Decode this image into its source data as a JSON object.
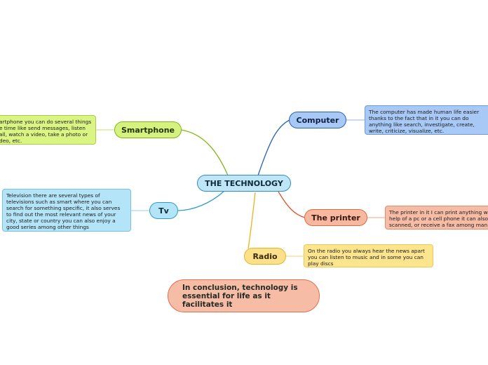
{
  "central": {
    "label": "THE TECHNOLOGY"
  },
  "topics": {
    "computer": {
      "label": "Computer",
      "note": "The computer has made human life easier thanks to the fact that in it you can do anything like search, investigate, create, write, criticize, visualize, etc.",
      "color": "#a8c8f5"
    },
    "smartphone": {
      "label": "Smartphone",
      "note": "artphone you can do several things e time like send messages, listen all, watch a video, take a photo or deo, etc.",
      "color": "#d4f27d"
    },
    "tv": {
      "label": "Tv",
      "note": "Television there are several types of televisions such as smart where you can search for something specific, it also serves to find out the most relevant news of your city, state or country you can also enjoy a good series among other things",
      "color": "#b3e4f7"
    },
    "printer": {
      "label": "The printer",
      "note": "The printer in it I can print anything w help of a pc or a cell phone it can also scanned, or receive a fax among man",
      "color": "#f7b8a2"
    },
    "radio": {
      "label": "Radio",
      "note": "On the radio you always hear the news apart you can listen to music and in some you can play discs",
      "color": "#fde08a"
    }
  },
  "conclusion": {
    "text": "In conclusion, technology is essential for life as it facilitates it"
  }
}
